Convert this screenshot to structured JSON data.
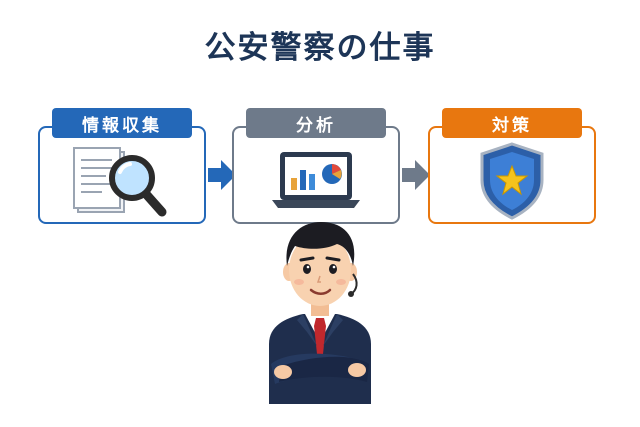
{
  "title": "公安警察の仕事",
  "steps": [
    {
      "label": "情報収集",
      "color": "#2468b8",
      "icon": "magnifier-document-icon"
    },
    {
      "label": "分析",
      "color": "#6e7a8a",
      "icon": "laptop-chart-icon"
    },
    {
      "label": "対策",
      "color": "#e8770f",
      "icon": "shield-star-icon"
    }
  ],
  "arrows": [
    {
      "color": "#2468b8",
      "icon": "arrow-right-icon"
    },
    {
      "color": "#6e7a8a",
      "icon": "arrow-right-icon"
    }
  ],
  "colors": {
    "title": "#1d3557",
    "suit": "#1f2e4d",
    "tie": "#c0282d"
  }
}
